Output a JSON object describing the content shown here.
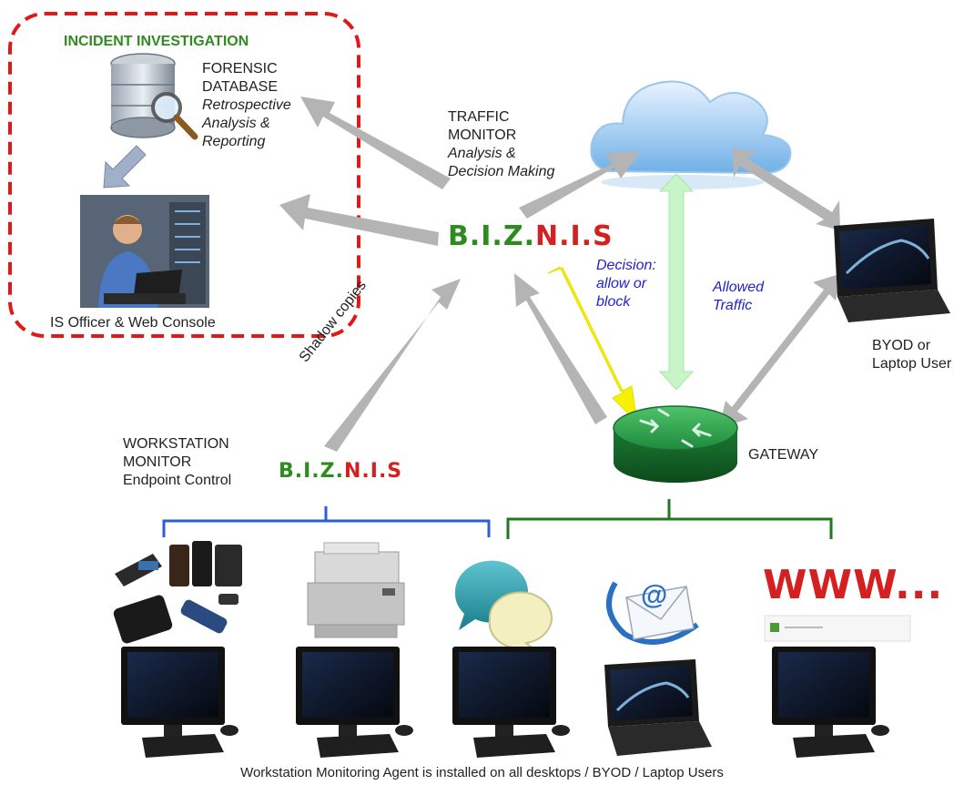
{
  "incident": {
    "title": "INCIDENT INVESTIGATION",
    "forensic_line1": "FORENSIC",
    "forensic_line2": "DATABASE",
    "forensic_desc1": "Retrospective",
    "forensic_desc2": "Analysis &",
    "forensic_desc3": "Reporting",
    "officer_label": "IS Officer & Web Console"
  },
  "traffic_monitor": {
    "line1": "TRAFFIC",
    "line2": "MONITOR",
    "desc1": "Analysis &",
    "desc2": "Decision Making"
  },
  "brand": {
    "part1": "B.I.Z.",
    "part2": "N.I.S"
  },
  "decision": {
    "line1": "Decision:",
    "line2": "allow or",
    "line3": "block"
  },
  "allowed": {
    "line1": "Allowed",
    "line2": "Traffic"
  },
  "byod": {
    "line1": "BYOD or",
    "line2": "Laptop User"
  },
  "shadow_copies": "Shadow copies",
  "workstation_monitor": {
    "line1": "WORKSTATION",
    "line2": "MONITOR",
    "line3": "Endpoint Control"
  },
  "gateway_label": "GATEWAY",
  "www_label": "WWW...",
  "email_symbol": "@",
  "footer": "Workstation Monitoring Agent is installed on all desktops / BYOD / Laptop Users",
  "colors": {
    "brand_green": "#2e8b1e",
    "brand_red": "#d42020",
    "dashed_border": "#e01818",
    "decision_arrow": "#f5f200",
    "allowed_arrow": "#c8f5c8",
    "flow_arrow": "#b4b4b4",
    "blue_bracket": "#2a5fd8",
    "green_bracket": "#1f7a1f"
  }
}
